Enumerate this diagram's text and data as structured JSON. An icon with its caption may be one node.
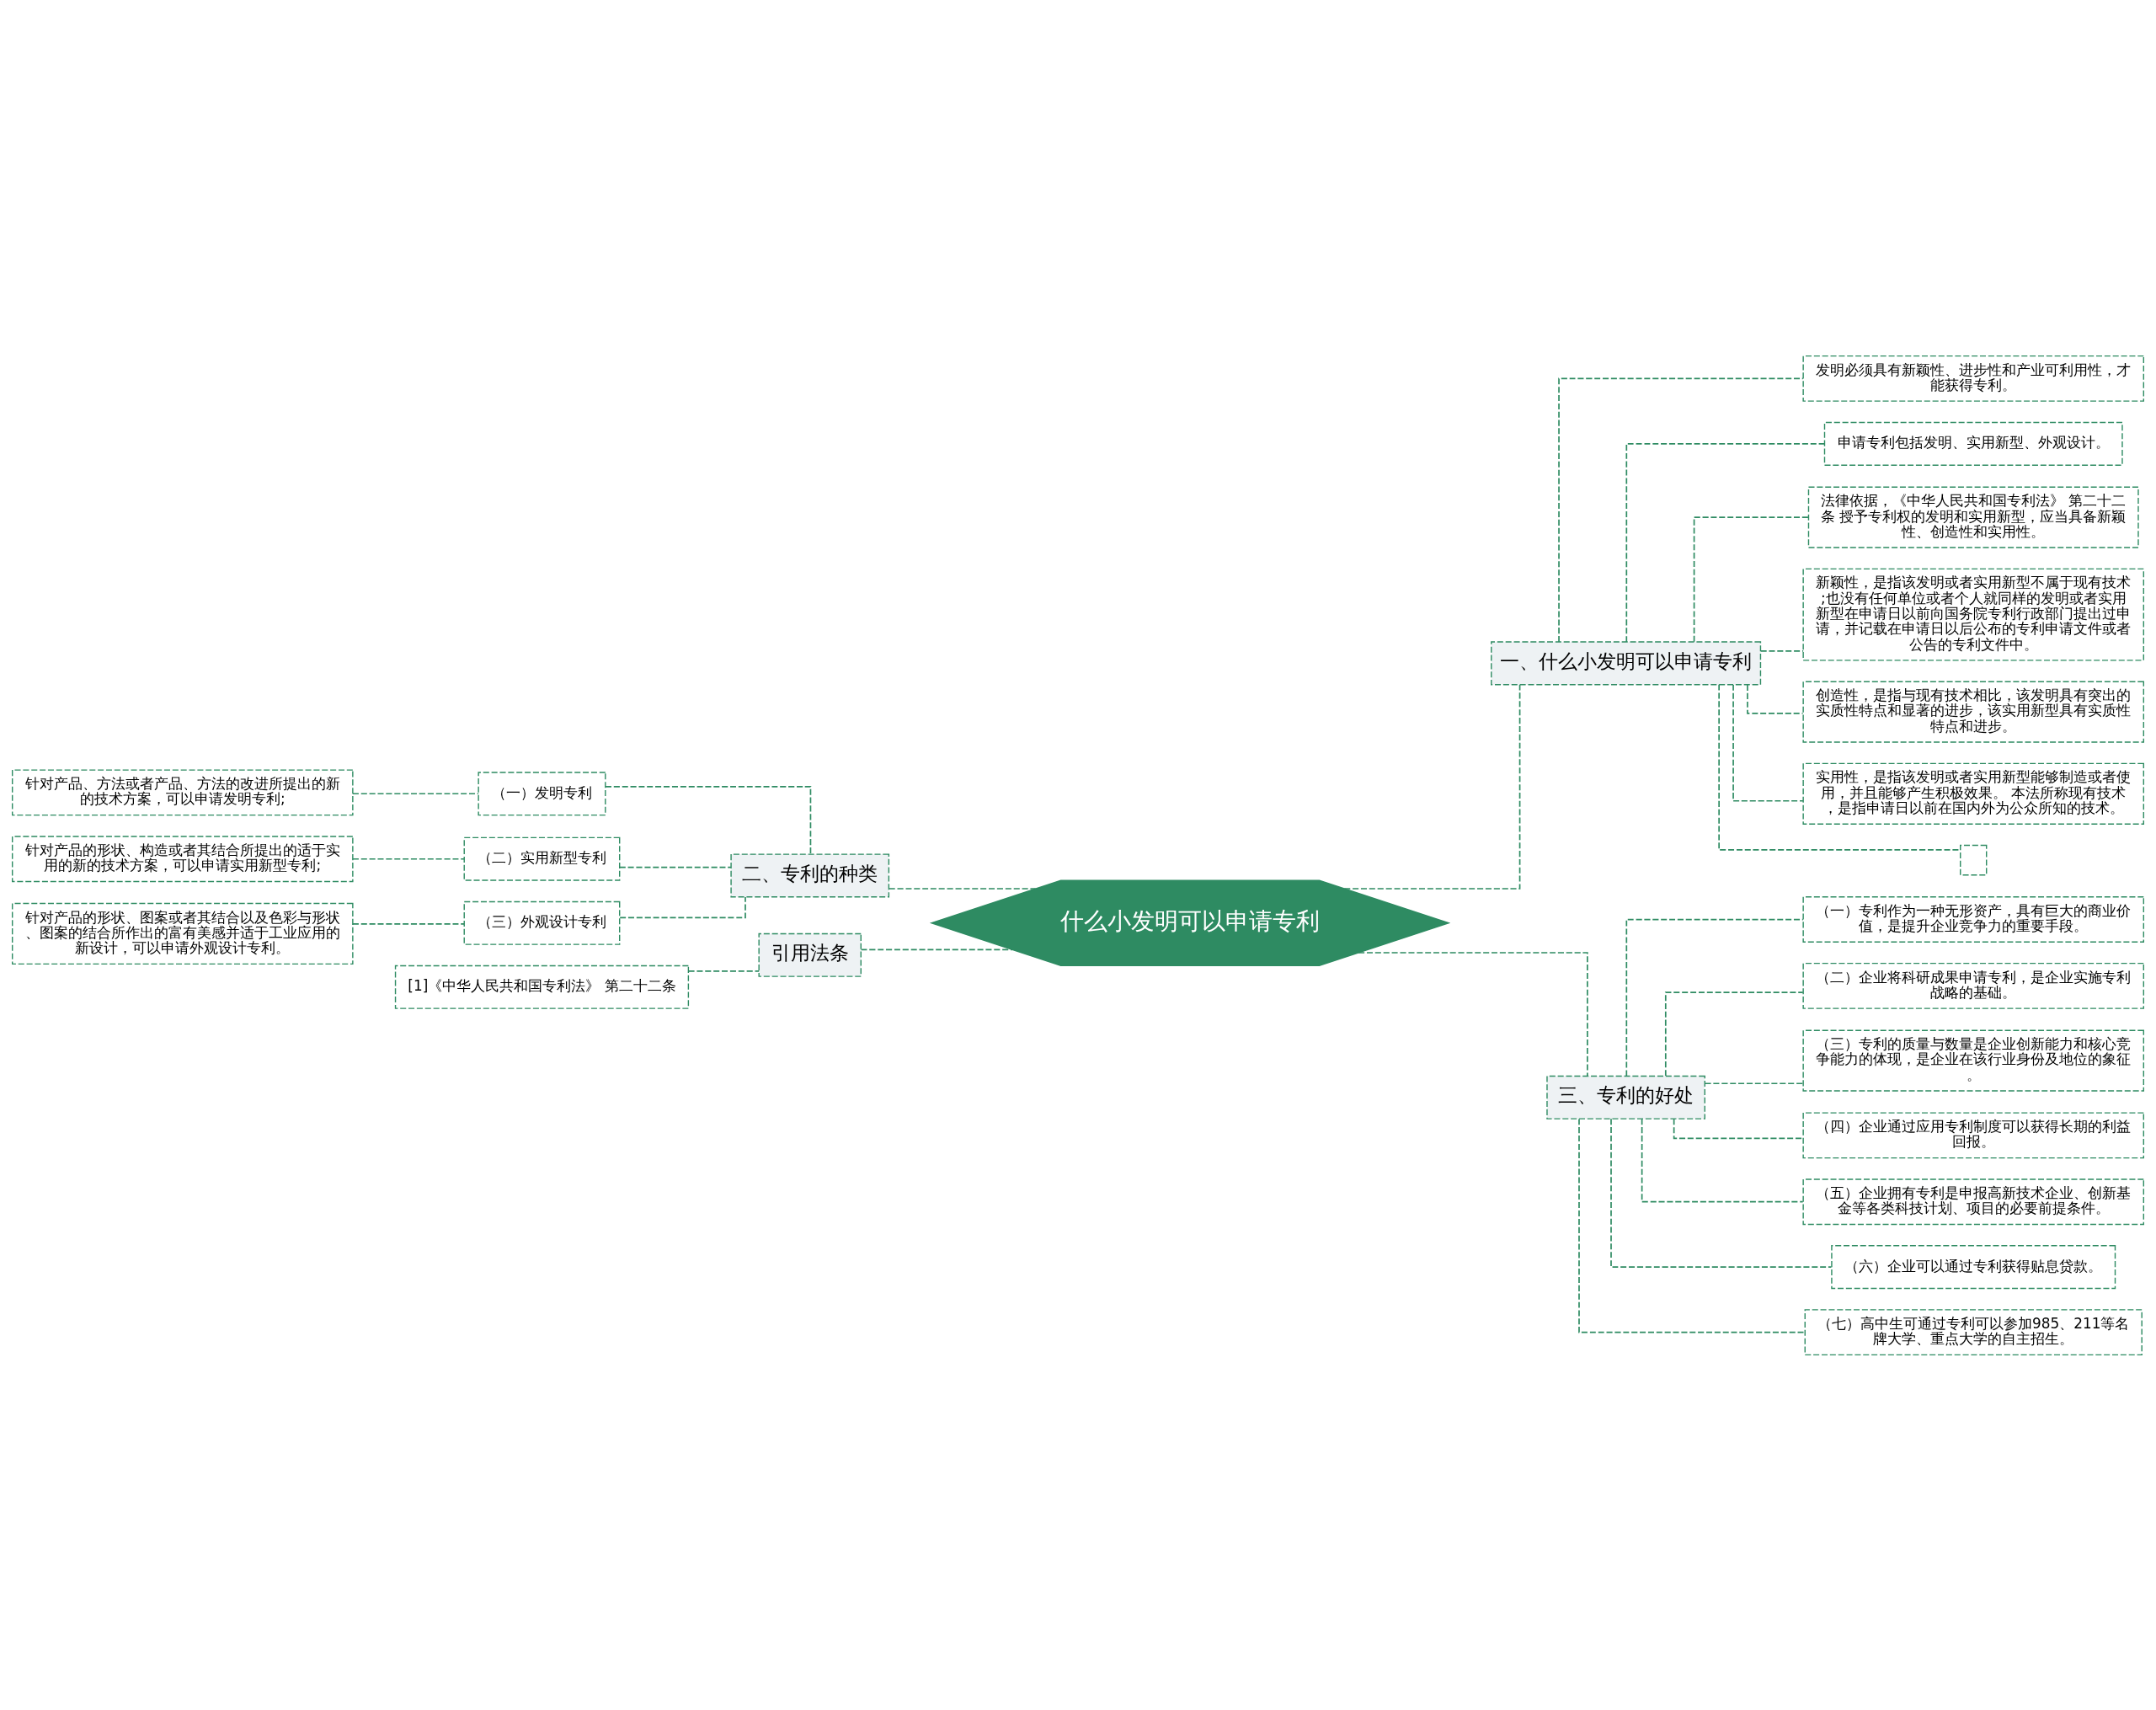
{
  "diagram": {
    "nodes": [
      {
        "text": [
          "什么小发明可以申请专利"
        ]
      },
      {
        "text": [
          "一、什么小发明可以申请专利"
        ]
      },
      {
        "text": [
          "发明必须具有新颖性、进步性和产业可利用性，才能获得专利。"
        ]
      },
      {
        "text": [
          "申请专利包括发明、实用新型、外观设计。"
        ]
      },
      {
        "text": [
          "法律依据，《中华人民共和国专利法》 第二十二条 授予专利权的发明和实用新型，应当具备新颖性、创造性和实用性。"
        ]
      },
      {
        "text": [
          "新颖性，是指该发明或者实用新型不属于现有技术;也没有任何单位或者个人就同样的发明或者实用新型在申请日以前向国务院专利行政部门提出过申请，并记载在申请日以后公布的专利申请文件或者公告的专利文件中。"
        ]
      },
      {
        "text": [
          "创造性，是指与现有技术相比，该发明具有突出的实质性特点和显著的进步，该实用新型具有实质性特点和进步。"
        ]
      },
      {
        "text": [
          "实用性，是指该发明或者实用新型能够制造或者使用，并且能够产生积极效果。 本法所称现有技术，是指申请日以前在国内外为公众所知的技术。"
        ]
      },
      {
        "text": [],
        "shape": "box"
      },
      {
        "text": [
          "二、专利的种类"
        ]
      },
      {
        "text": [
          "（一）发明专利"
        ]
      },
      {
        "text": [
          "针对产品、方法或者产品、方法的改进所提出的新的技术方案，可以申请发明专利;"
        ]
      },
      {
        "text": [
          "（二）实用新型专利"
        ]
      },
      {
        "text": [
          "针对产品的形状、构造或者其结合所提出的适于实用的新的技术方案，可以申请实用新型专利;"
        ]
      },
      {
        "text": [
          "（三）外观设计专利"
        ]
      },
      {
        "text": [
          "针对产品的形状、图案或者其结合以及色彩与形状、图案的结合所作出的富有美感并适于工业应用的新设计，可以申请外观设计专利。"
        ]
      },
      {
        "text": [
          "引用法条"
        ]
      },
      {
        "text": [
          "[1]《中华人民共和国专利法》 第二十二条"
        ]
      },
      {
        "text": [
          "三、专利的好处"
        ]
      },
      {
        "text": [
          "（一）专利作为一种无形资产，具有巨大的商业价值，是提升企业竞争力的重要手段。"
        ]
      },
      {
        "text": [
          "（二）企业将科研成果申请专利，是企业实施专利战略的基础。"
        ]
      },
      {
        "text": [
          "（三）专利的质量与数量是企业创新能力和核心竞争能力的体现，是企业在该行业身份及地位的象征。"
        ]
      },
      {
        "text": [
          "（四）企业通过应用专利制度可以获得长期的利益回报。"
        ]
      },
      {
        "text": [
          "（五）企业拥有专利是申报高新技术企业、创新基金等各类科技计划、项目的必要前提条件。"
        ]
      },
      {
        "text": [
          "（六）企业可以通过专利获得贴息贷款。"
        ]
      },
      {
        "text": [
          "（七）高中生可通过专利可以参加985、211等名牌大学、重点大学的自主招生。"
        ]
      }
    ],
    "edges": [
      {
        "from": 0,
        "to": 1,
        "arrow": "none"
      },
      {
        "from": 1,
        "to": 2,
        "arrow": "none"
      },
      {
        "from": 1,
        "to": 3,
        "arrow": "none"
      },
      {
        "from": 1,
        "to": 4,
        "arrow": "none"
      },
      {
        "from": 1,
        "to": 5,
        "arrow": "none"
      },
      {
        "from": 1,
        "to": 6,
        "arrow": "none"
      },
      {
        "from": 1,
        "to": 7,
        "arrow": "none"
      },
      {
        "from": 1,
        "to": 8,
        "arrow": "none"
      },
      {
        "from": 0,
        "to": 9,
        "arrow": "none"
      },
      {
        "from": 9,
        "to": 10,
        "arrow": "none"
      },
      {
        "from": 10,
        "to": 11,
        "arrow": "none"
      },
      {
        "from": 9,
        "to": 12,
        "arrow": "none"
      },
      {
        "from": 12,
        "to": 13,
        "arrow": "none"
      },
      {
        "from": 9,
        "to": 14,
        "arrow": "none"
      },
      {
        "from": 14,
        "to": 15,
        "arrow": "none"
      },
      {
        "from": 0,
        "to": 16,
        "arrow": "none"
      },
      {
        "from": 16,
        "to": 17,
        "arrow": "none"
      },
      {
        "from": 0,
        "to": 18,
        "arrow": "none"
      },
      {
        "from": 18,
        "to": 19,
        "arrow": "none"
      },
      {
        "from": 18,
        "to": 20,
        "arrow": "none"
      },
      {
        "from": 18,
        "to": 21,
        "arrow": "none"
      },
      {
        "from": 18,
        "to": 22,
        "arrow": "none"
      },
      {
        "from": 18,
        "to": 23,
        "arrow": "none"
      },
      {
        "from": 18,
        "to": 24,
        "arrow": "none"
      },
      {
        "from": 18,
        "to": 25,
        "arrow": "none"
      }
    ]
  }
}
